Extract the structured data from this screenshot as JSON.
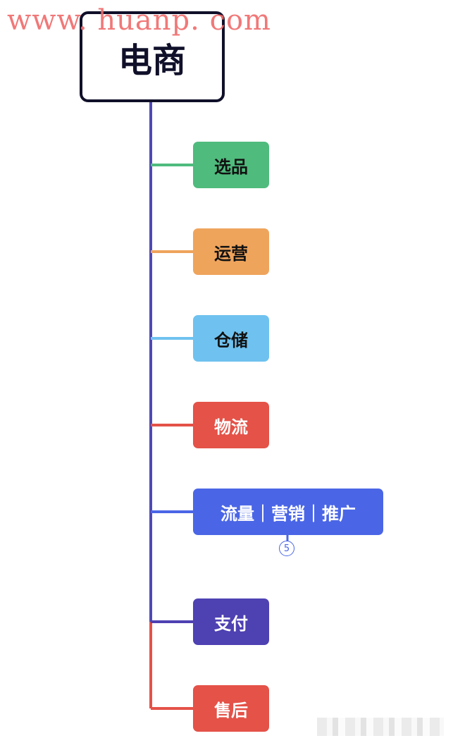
{
  "watermark": "www. huanp. com",
  "root": {
    "label": "电商"
  },
  "trunk_color": "#5049b5",
  "nodes": [
    {
      "label": "选品",
      "bg": "#4fbb7d",
      "text_color": "#111111",
      "line_color": "#4fbb7d"
    },
    {
      "label": "运营",
      "bg": "#efa45c",
      "text_color": "#111111",
      "line_color": "#efa45c"
    },
    {
      "label": "仓储",
      "bg": "#6fc2ef",
      "text_color": "#111111",
      "line_color": "#6fc2ef"
    },
    {
      "label": "物流",
      "bg": "#e45248",
      "text_color": "#ffffff",
      "line_color": "#e45248"
    },
    {
      "label": "流量｜营销｜推广",
      "bg": "#4a66e6",
      "text_color": "#ffffff",
      "line_color": "#4a66e6"
    },
    {
      "label": "支付",
      "bg": "#4e41b2",
      "text_color": "#ffffff",
      "line_color": "#4e41b2"
    },
    {
      "label": "售后",
      "bg": "#e45248",
      "text_color": "#ffffff",
      "line_color": "#e45248"
    }
  ],
  "collapsed_children_count": "5"
}
